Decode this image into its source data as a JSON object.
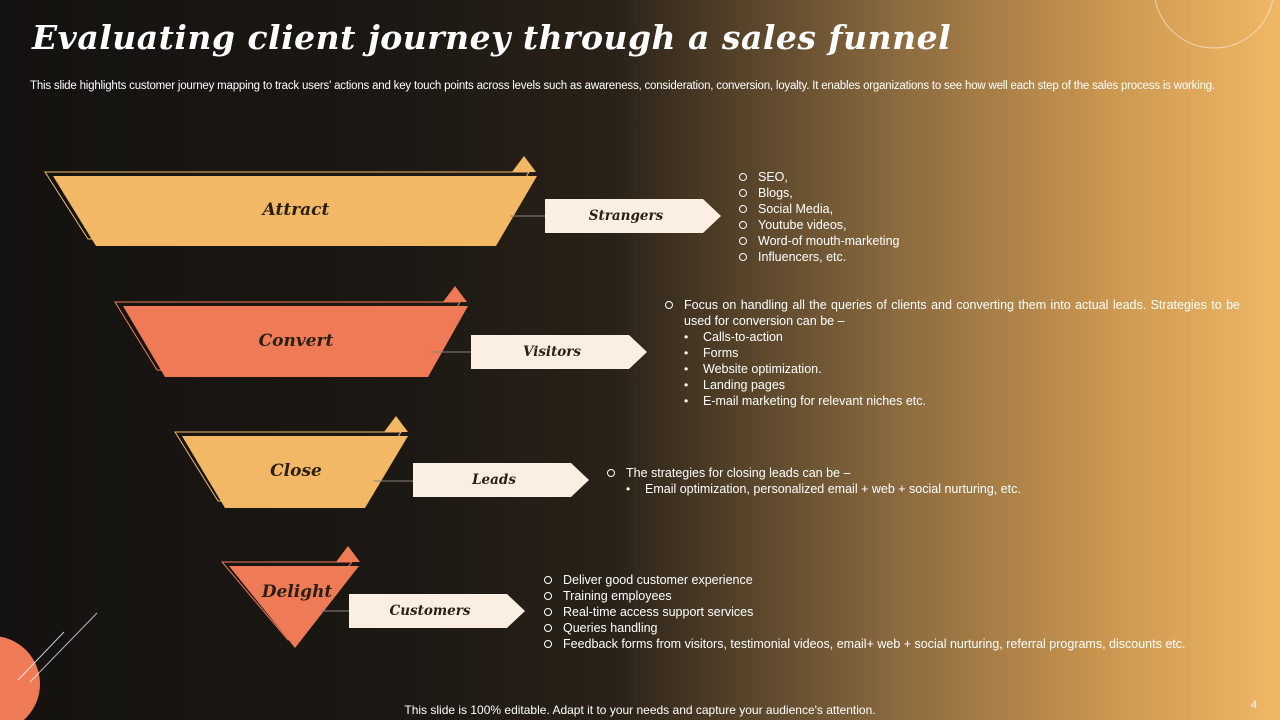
{
  "slide": {
    "title": "Evaluating client journey through a sales funnel",
    "subtitle": "This slide highlights customer journey mapping to track users' actions and key touch points across levels such as awareness, consideration, conversion, loyalty. It enables organizations to see how well each step of the sales process is working.",
    "footer": "This slide is 100% editable. Adapt it to your needs and capture your audience's attention.",
    "page_number": "4"
  },
  "colors": {
    "light": "#f2b866",
    "accent": "#ef7b56",
    "tag_bg": "#fbefe2",
    "label_text": "#2a1f14"
  },
  "stages": [
    {
      "label": "Attract",
      "tag": "Strangers",
      "color": "light",
      "items": [
        {
          "text": "SEO,"
        },
        {
          "text": "Blogs,"
        },
        {
          "text": "Social Media,"
        },
        {
          "text": "Youtube videos,"
        },
        {
          "text": "Word-of mouth-marketing"
        },
        {
          "text": "Influencers,  etc."
        }
      ]
    },
    {
      "label": "Convert",
      "tag": "Visitors",
      "color": "accent",
      "items": [
        {
          "text": "Focus on handling all the queries of clients and converting them into actual leads. Strategies to be used for conversion  can be –",
          "sub": [
            "Calls-to-action",
            "Forms",
            "Website optimization.",
            "Landing pages",
            "E-mail marketing for relevant niches etc."
          ]
        }
      ]
    },
    {
      "label": "Close",
      "tag": "Leads",
      "color": "light",
      "items": [
        {
          "text": "The strategies for closing leads can be –",
          "sub": [
            "Email optimization, personalized email + web + social nurturing,  etc."
          ]
        }
      ]
    },
    {
      "label": "Delight",
      "tag": "Customers",
      "color": "accent",
      "items": [
        {
          "text": "Deliver  good  customer experience"
        },
        {
          "text": "Training  employees"
        },
        {
          "text": "Real-time  access support services"
        },
        {
          "text": "Queries handling"
        },
        {
          "text": "Feedback forms from visitors, testimonial videos,  email+ web + social nurturing,  referral  programs, discounts etc."
        }
      ]
    }
  ]
}
